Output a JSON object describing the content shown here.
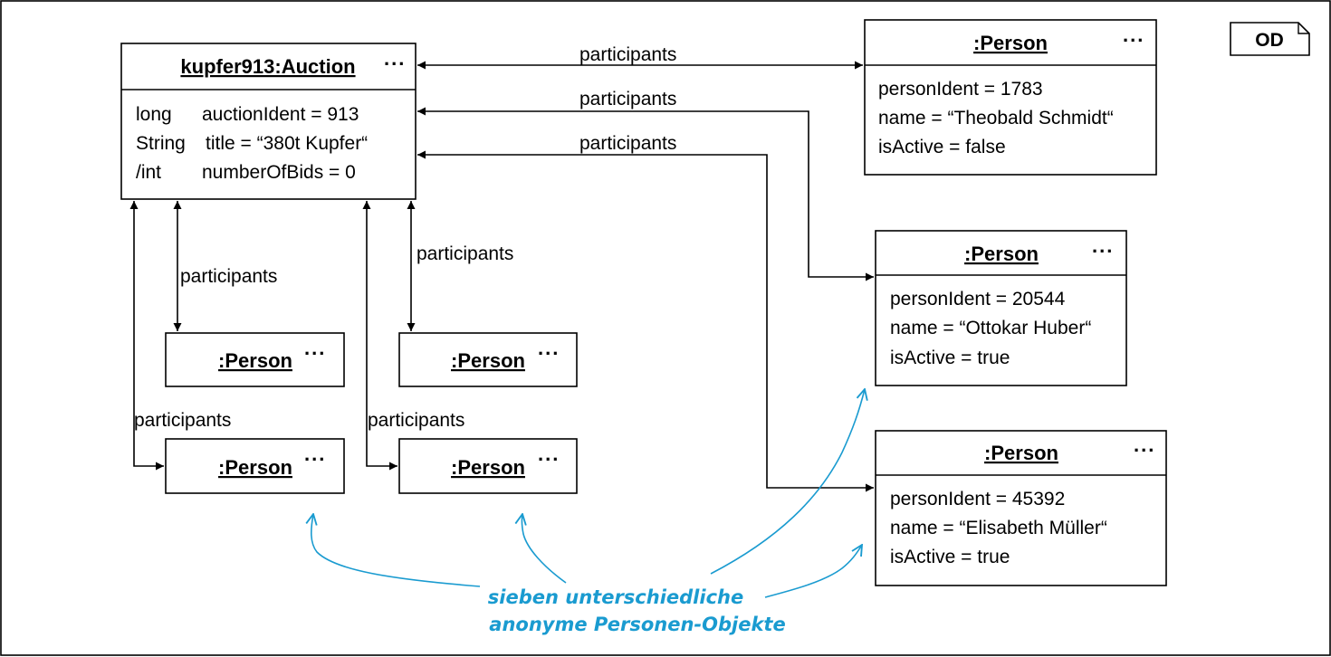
{
  "diagram_tag": "OD",
  "auction": {
    "title": "kupfer913:Auction",
    "more": "...",
    "attributes": [
      {
        "type": "long",
        "text": "auctionIdent = 913"
      },
      {
        "type": "String",
        "text": "title = “380t Kupfer“"
      },
      {
        "type": "/int",
        "text": "numberOfBids = 0"
      }
    ]
  },
  "detailed_persons": [
    {
      "title": ":Person",
      "more": "...",
      "attributes": [
        "personIdent = 1783",
        "name = “Theobald Schmidt“",
        "isActive = false"
      ]
    },
    {
      "title": ":Person",
      "more": "...",
      "attributes": [
        "personIdent = 20544",
        "name = “Ottokar Huber“",
        "isActive = true"
      ]
    },
    {
      "title": ":Person",
      "more": "...",
      "attributes": [
        "personIdent = 45392",
        "name = “Elisabeth Müller“",
        "isActive = true"
      ]
    }
  ],
  "anonymous_persons": [
    {
      "title": ":Person",
      "more": "..."
    },
    {
      "title": ":Person",
      "more": "..."
    },
    {
      "title": ":Person",
      "more": "..."
    },
    {
      "title": ":Person",
      "more": "..."
    }
  ],
  "association_label": "participants",
  "annotation": {
    "line1": "sieben unterschiedliche",
    "line2": "anonyme Personen-Objekte"
  },
  "colors": {
    "annotation": "#1a9bd0",
    "line": "#000000"
  }
}
